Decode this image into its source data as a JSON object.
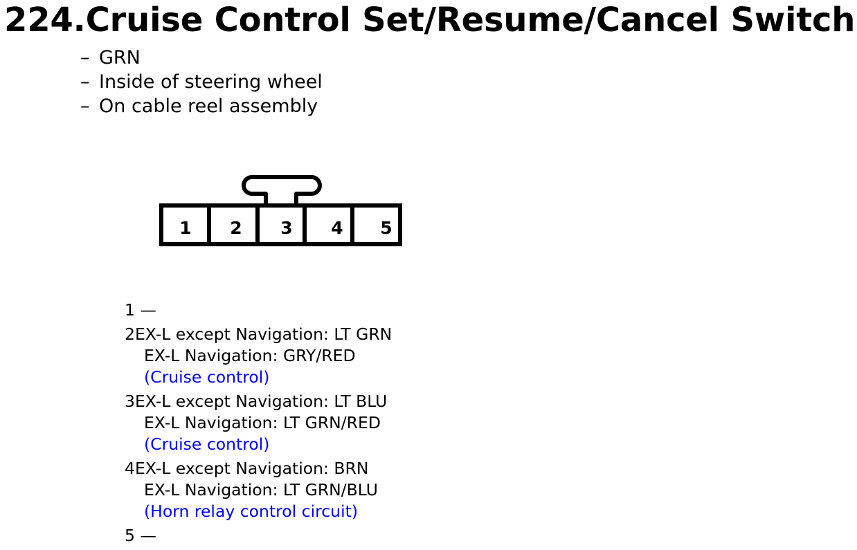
{
  "title": "224.Cruise Control Set/Resume/Cancel Switch",
  "bullets": [
    "GRN",
    "Inside of steering wheel",
    "On cable reel assembly"
  ],
  "bullet_dash": "–",
  "connector": {
    "terminals": [
      "1",
      "2",
      "3",
      "4",
      "5"
    ]
  },
  "pins": [
    {
      "num": "1",
      "text": " —"
    },
    {
      "num": "2",
      "text": "EX-L except Navigation: LT GRN",
      "sub": "EX-L Navigation: GRY/RED",
      "note": "(Cruise control)"
    },
    {
      "num": "3",
      "text": "EX-L except Navigation: LT BLU",
      "sub": "EX-L Navigation: LT GRN/RED",
      "note": "(Cruise control)"
    },
    {
      "num": "4",
      "text": "EX-L except Navigation: BRN",
      "sub": "EX-L Navigation: LT GRN/BLU",
      "note": "(Horn relay control circuit)"
    },
    {
      "num": "5",
      "text": " —"
    }
  ],
  "colors": {
    "text": "#000000",
    "note": "#0000ff"
  }
}
